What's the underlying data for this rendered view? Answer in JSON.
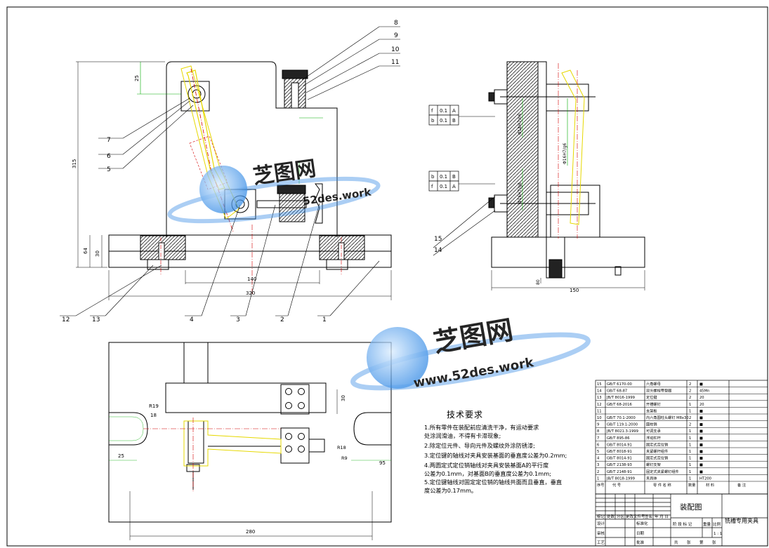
{
  "watermark": {
    "brand_cn": "芝图网",
    "url": "52des.work",
    "url_full": "www.52des.work"
  },
  "views": {
    "front": {
      "dims": [
        "25",
        "315",
        "64",
        "30",
        "140",
        "320"
      ],
      "part_refs": [
        "1",
        "2",
        "3",
        "4",
        "5",
        "6",
        "7",
        "8",
        "9",
        "10",
        "11",
        "12",
        "13"
      ]
    },
    "side": {
      "dims": [
        "Φ18H7/n6",
        "Φ16H7/g6",
        "Φ16H7/g6",
        "150",
        "80"
      ],
      "tolerance_frames": [
        {
          "sym": "f",
          "val": "0.1",
          "datum": "A"
        },
        {
          "sym": "b",
          "val": "0.1",
          "datum": "B"
        },
        {
          "sym": "b",
          "val": "0.1",
          "datum": "B"
        },
        {
          "sym": "f",
          "val": "0.1",
          "datum": "A"
        }
      ],
      "part_refs": [
        "15",
        "14"
      ]
    },
    "top": {
      "dims": [
        "R19",
        "18",
        "30",
        "R18",
        "R9",
        "25",
        "95",
        "280"
      ]
    }
  },
  "tech_requirements": {
    "title": "技术要求",
    "lines": [
      "1.所有零件在装配前应清洗干净，有运动要求",
      "   处涂润滑油，不得有卡滞现象;",
      "2.除定位元件、导向元件及螺纹外涂防锈漆;",
      "3.定位键的轴线对夹具安装基面的垂直度公差为0.2mm;",
      "4.两圆定式定位销轴线对夹具安装基面A的平行度",
      "   公差为0.1mm，对基面B的垂直度公差为0.1mm;",
      "5.定位键轴线对固定定位销的轴线共面而且垂直，垂直",
      "度公差为0.17mm。"
    ]
  },
  "bom": {
    "rows": [
      {
        "no": "15",
        "code": "GB/T 6170-00",
        "name": "六角螺母",
        "qty": "2",
        "mat": "■",
        "note": ""
      },
      {
        "no": "14",
        "code": "GB/T 68-87",
        "name": "双头螺栓带垫圈",
        "qty": "2",
        "mat": "45Mn",
        "note": ""
      },
      {
        "no": "13",
        "code": "JB/T 8016-1999",
        "name": "定位键",
        "qty": "2",
        "mat": "20",
        "note": ""
      },
      {
        "no": "12",
        "code": "GB/T 68-2016",
        "name": "开槽螺钉",
        "qty": "1",
        "mat": "20",
        "note": ""
      },
      {
        "no": "11",
        "code": "",
        "name": "支架板",
        "qty": "1",
        "mat": "■",
        "note": ""
      },
      {
        "no": "10",
        "code": "GB/T 70.1-2000",
        "name": "内六角圆柱头螺钉 M8x30",
        "qty": "2",
        "mat": "■",
        "note": ""
      },
      {
        "no": "9",
        "code": "GB/T 119.1-2000",
        "name": "圆柱销",
        "qty": "2",
        "mat": "■",
        "note": ""
      },
      {
        "no": "8",
        "code": "JB/T 8021.3-1999",
        "name": "可调支承",
        "qty": "1",
        "mat": "■",
        "note": ""
      },
      {
        "no": "7",
        "code": "GB/T 895-86",
        "name": "浮动杠杆",
        "qty": "1",
        "mat": "■",
        "note": ""
      },
      {
        "no": "6",
        "code": "GB/T 8014-91",
        "name": "固定式定位销",
        "qty": "1",
        "mat": "■",
        "note": ""
      },
      {
        "no": "5",
        "code": "GB/T 8018-91",
        "name": "夹紧螺杆组件",
        "qty": "1",
        "mat": "■",
        "note": ""
      },
      {
        "no": "4",
        "code": "GB/T 8014-91",
        "name": "固定式定位销",
        "qty": "1",
        "mat": "■",
        "note": ""
      },
      {
        "no": "3",
        "code": "GB/T 2138-93",
        "name": "螺钉支架",
        "qty": "1",
        "mat": "■",
        "note": ""
      },
      {
        "no": "2",
        "code": "GB/T 2148-91",
        "name": "固定式夹紧螺钉组件",
        "qty": "1",
        "mat": "■",
        "note": ""
      },
      {
        "no": "1",
        "code": "JB/T 8018-1999",
        "name": "夹具体",
        "qty": "1",
        "mat": "HT200",
        "note": ""
      }
    ],
    "header": {
      "no": "序号",
      "code": "代  号",
      "name": "零 件 名 称",
      "qty": "数量",
      "mat": "材 料",
      "note": "备  注"
    }
  },
  "title_block": {
    "drawing_name": "装配图",
    "product_name": "铣槽专用夹具",
    "rev_headers": [
      "标记",
      "处数",
      "分区",
      "更改文件号",
      "签名",
      "年 月 日"
    ],
    "roles": [
      "设计",
      "审核",
      "工艺"
    ],
    "std_label": "标准化",
    "approve_label": "批准",
    "date_label": "日期",
    "stage_headers": [
      "阶 段 标 记",
      "重量",
      "比例"
    ],
    "scale": "1 : 1",
    "sheets": [
      "共",
      "张",
      "第",
      "张"
    ]
  }
}
